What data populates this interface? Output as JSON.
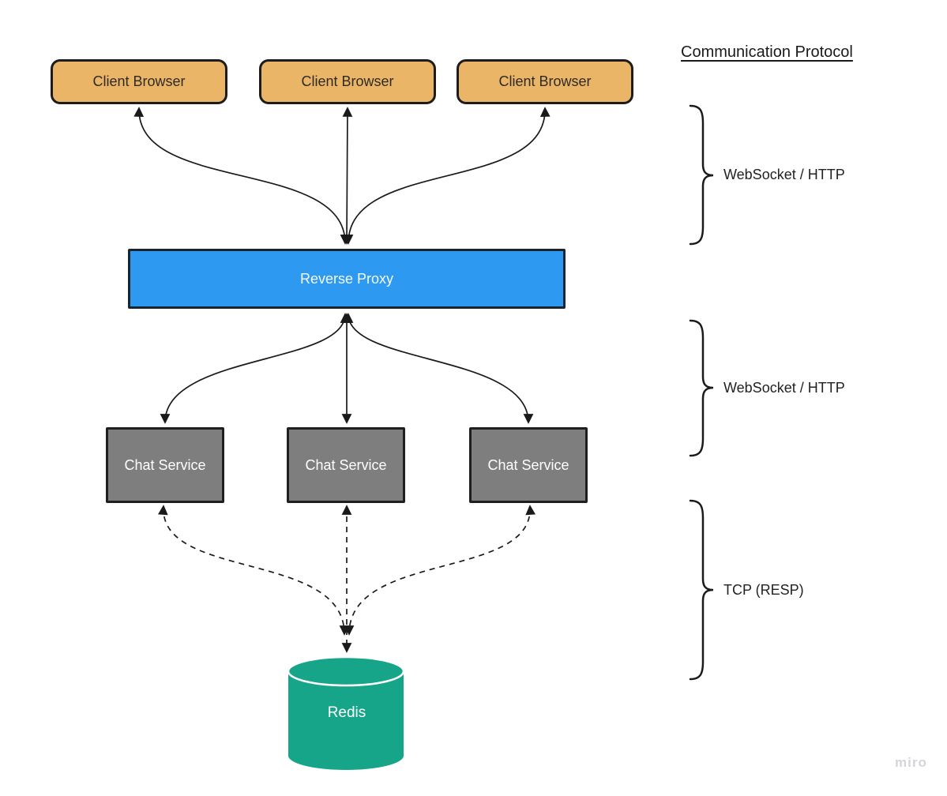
{
  "diagram": {
    "heading": "Communication Protocol",
    "watermark": "miro",
    "clients": [
      {
        "label": "Client Browser"
      },
      {
        "label": "Client Browser"
      },
      {
        "label": "Client Browser"
      }
    ],
    "proxy": {
      "label": "Reverse Proxy"
    },
    "services": [
      {
        "label": "Chat Service"
      },
      {
        "label": "Chat Service"
      },
      {
        "label": "Chat Service"
      }
    ],
    "datastore": {
      "label": "Redis"
    },
    "protocols": [
      {
        "label": "WebSocket / HTTP"
      },
      {
        "label": "WebSocket / HTTP"
      },
      {
        "label": "TCP (RESP)"
      }
    ],
    "colors": {
      "client_fill": "#EAB566",
      "proxy_fill": "#2E99F0",
      "service_fill": "#7E7E7E",
      "datastore_fill": "#17A58A",
      "connector": "#1A1A1A"
    }
  }
}
